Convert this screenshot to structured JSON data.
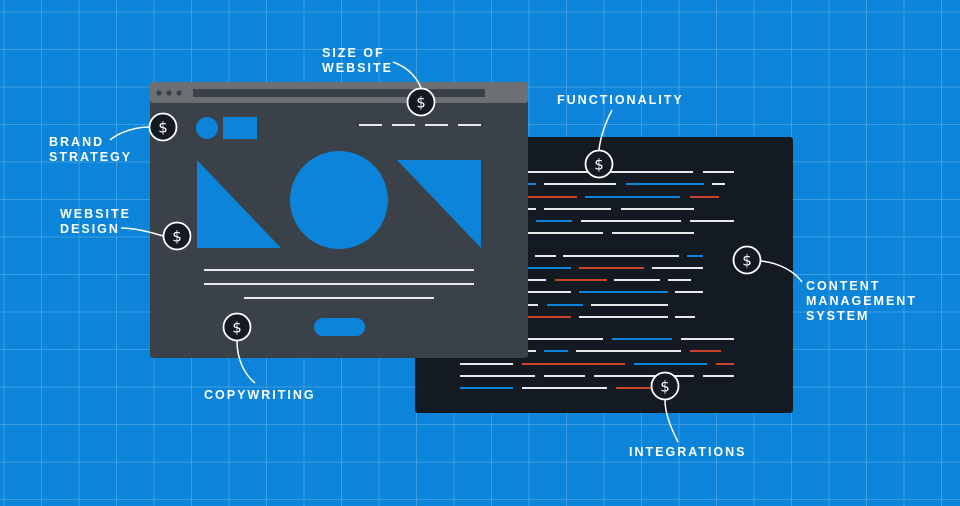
{
  "colors": {
    "background": "#0b84d9",
    "grid": "#3c9de3",
    "browser_body": "#3a4148",
    "browser_bar": "#6c7075",
    "code_bg": "#141a22",
    "accent_blue": "#0b84d9",
    "code_red": "#c8432b",
    "code_white": "#e8e8e8"
  },
  "labels": {
    "size_of_website": [
      "SIZE OF",
      "WEBSITE"
    ],
    "functionality": [
      "FUNCTIONALITY"
    ],
    "brand_strategy": [
      "BRAND",
      "STRATEGY"
    ],
    "website_design": [
      "WEBSITE",
      "DESIGN"
    ],
    "copywriting": [
      "COPYWRITING"
    ],
    "content_management_system": [
      "CONTENT",
      "MANAGEMENT",
      "SYSTEM"
    ],
    "integrations": [
      "INTEGRATIONS"
    ]
  },
  "badge_symbol": "$",
  "badge_icon": "dollar-icon"
}
